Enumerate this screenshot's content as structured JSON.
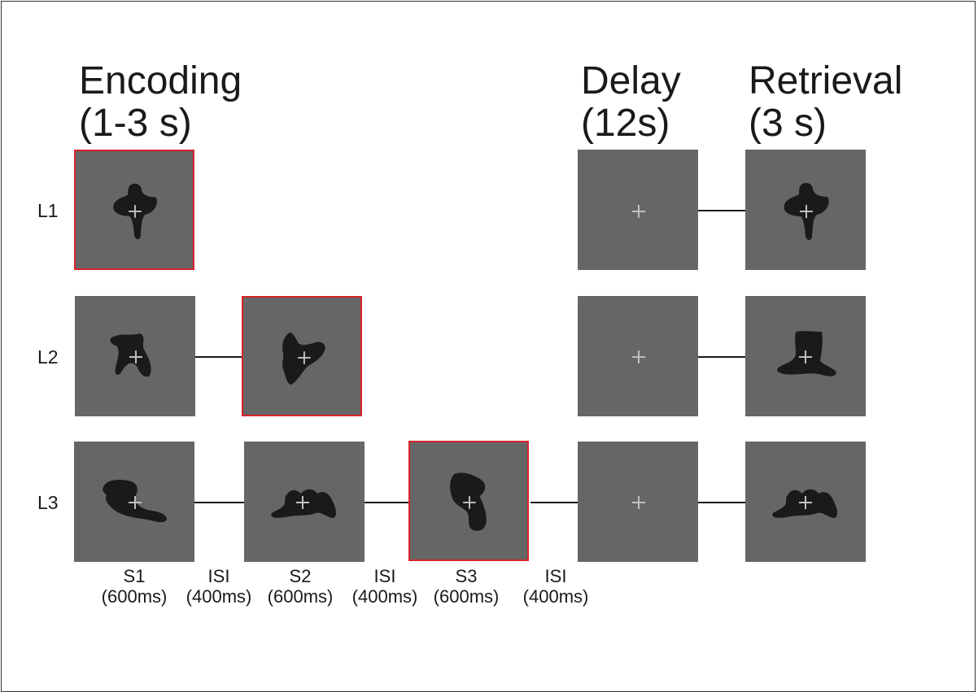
{
  "phases": {
    "encoding": {
      "line1": "Encoding",
      "line2": "(1-3 s)"
    },
    "delay": {
      "line1": "Delay",
      "line2": "(12s)"
    },
    "retrieval": {
      "line1": "Retrieval",
      "line2": "(3 s)"
    }
  },
  "rows": [
    "L1",
    "L2",
    "L3"
  ],
  "timeline": [
    {
      "name": "S1",
      "duration": "(600ms)"
    },
    {
      "name": "ISI",
      "duration": "(400ms)"
    },
    {
      "name": "S2",
      "duration": "(600ms)"
    },
    {
      "name": "ISI",
      "duration": "(400ms)"
    },
    {
      "name": "S3",
      "duration": "(600ms)"
    },
    {
      "name": "ISI",
      "duration": "(400ms)"
    }
  ],
  "colors": {
    "tile_background": "#666666",
    "shape": "#1a1a1a",
    "fixation_cross": "#bfbfbf",
    "highlight_border": "#d9232a"
  }
}
